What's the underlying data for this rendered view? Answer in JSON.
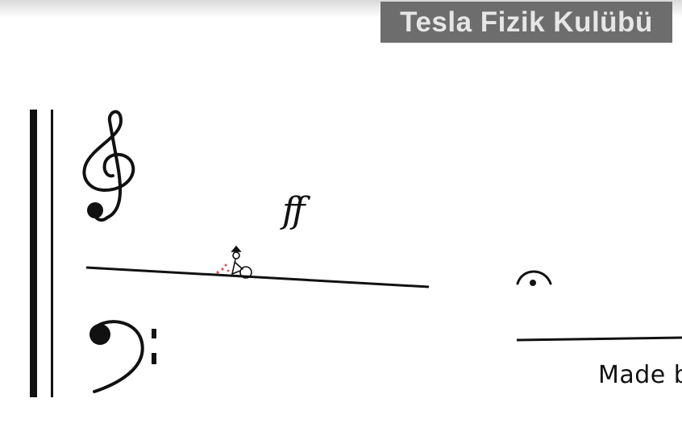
{
  "watermark": {
    "text": "Tesla Fizik Kulübü"
  },
  "score": {
    "dynamic": "ff",
    "treble_clef_icon": "treble-clef",
    "bass_clef_icon": "bass-clef",
    "fermata_icon": "fermata"
  },
  "credit": {
    "text": "Made b"
  },
  "colors": {
    "ink": "#111111",
    "watermark_bg": "#6d6d6d",
    "watermark_text": "#e6e6e6",
    "notes": "#e05050"
  }
}
